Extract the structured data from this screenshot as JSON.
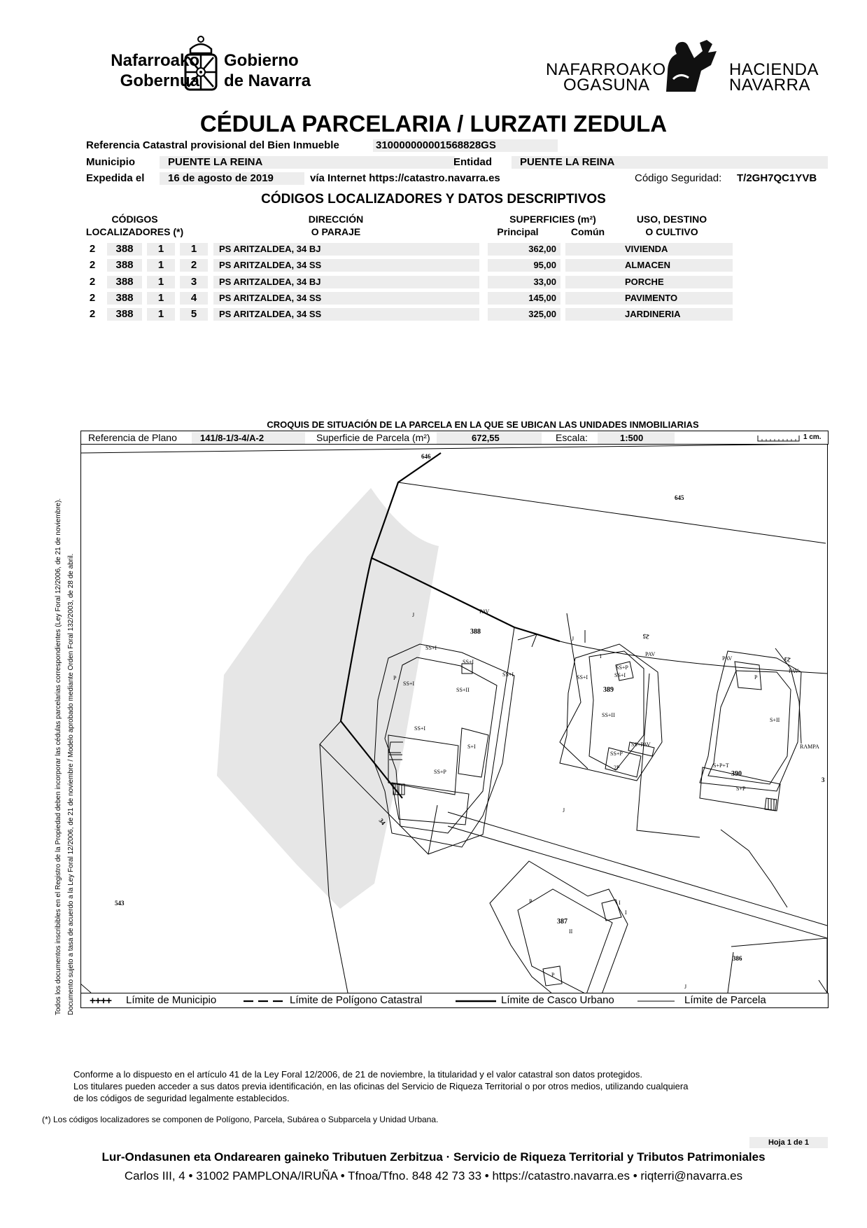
{
  "logos": {
    "gobierno": {
      "line1_left": "Nafarroako",
      "line2_left": "Gobernua",
      "line1_right": "Gobierno",
      "line2_right": "de Navarra"
    },
    "hacienda": {
      "line1_left": "NAFARROAKO",
      "line2_left": "OGASUNA",
      "line1_right": "HACIENDA",
      "line2_right": "NAVARRA"
    }
  },
  "title": "CÉDULA PARCELARIA / LURZATI ZEDULA",
  "header": {
    "ref_label": "Referencia Catastral provisional del Bien Inmueble",
    "ref_value": "310000000001568828GS",
    "municipio_label": "Municipio",
    "municipio_value": "PUENTE LA REINA",
    "entidad_label": "Entidad",
    "entidad_value": "PUENTE LA REINA",
    "expedida_label": "Expedida el",
    "expedida_value": "16 de agosto de 2019",
    "via": "vía Internet https://catastro.navarra.es",
    "codigo_label": "Código Seguridad:",
    "codigo_value": "T/2GH7QC1YVB"
  },
  "section_title": "CÓDIGOS LOCALIZADORES Y DATOS DESCRIPTIVOS",
  "columns": {
    "codigos1": "CÓDIGOS",
    "codigos2": "LOCALIZADORES (*)",
    "direccion1": "DIRECCIÓN",
    "direccion2": "O PARAJE",
    "superficies": "SUPERFICIES (m²)",
    "principal": "Principal",
    "comun": "Común",
    "uso1": "USO, DESTINO",
    "uso2": "O CULTIVO"
  },
  "rows": [
    {
      "c1": "2",
      "c2": "388",
      "c3": "1",
      "c4": "1",
      "dir": "PS ARITZALDEA, 34 BJ",
      "principal": "362,00",
      "comun": "",
      "uso": "VIVIENDA"
    },
    {
      "c1": "2",
      "c2": "388",
      "c3": "1",
      "c4": "2",
      "dir": "PS ARITZALDEA, 34 SS",
      "principal": "95,00",
      "comun": "",
      "uso": "ALMACEN"
    },
    {
      "c1": "2",
      "c2": "388",
      "c3": "1",
      "c4": "3",
      "dir": "PS ARITZALDEA, 34 BJ",
      "principal": "33,00",
      "comun": "",
      "uso": "PORCHE"
    },
    {
      "c1": "2",
      "c2": "388",
      "c3": "1",
      "c4": "4",
      "dir": "PS ARITZALDEA, 34 SS",
      "principal": "145,00",
      "comun": "",
      "uso": "PAVIMENTO"
    },
    {
      "c1": "2",
      "c2": "388",
      "c3": "1",
      "c4": "5",
      "dir": "PS ARITZALDEA, 34 SS",
      "principal": "325,00",
      "comun": "",
      "uso": "JARDINERIA"
    }
  ],
  "croquis": {
    "title": "CROQUIS DE SITUACIÓN DE LA PARCELA EN LA QUE SE UBICAN LAS UNIDADES INMOBILIARIAS",
    "ref_plano_label": "Referencia de Plano",
    "ref_plano_value": "141/8-1/3-4/A-2",
    "superficie_label": "Superficie de Parcela (m²)",
    "superficie_value": "672,55",
    "escala_label": "Escala:",
    "escala_value": "1:500",
    "scale_cm": "1 cm."
  },
  "map_labels": {
    "p646": "646",
    "p645": "645",
    "p388": "388",
    "p389": "389",
    "p390": "390",
    "p387": "387",
    "p386": "386",
    "p543": "543",
    "n34": "34",
    "n25": "25",
    "n23": "23",
    "n3": "3",
    "PAV": "PAV",
    "J": "J",
    "SSI": "SS+I",
    "SSII": "SS+II",
    "SI": "S+I",
    "SII": "S+II",
    "P": "P",
    "SSP": "SS+P",
    "SSPAV": "SS+PAV",
    "SP": "S+P",
    "SPT": "S+P+T",
    "P2": "2P",
    "RAMPA": "RAMPA",
    "II": "II",
    "I": "I"
  },
  "legend": {
    "municipio": "Límite de Municipio",
    "poligono": "Límite de Polígono Catastral",
    "casco": "Límite de Casco Urbano",
    "parcela": "Límite de Parcela"
  },
  "side_note": {
    "line1": "Todos los documentos inscribibles en el Registro de la Propiedad deben incorporar las cédulas parcelarias correspondientes (Ley Foral 12/2006, de 21 de noviembre).",
    "line2": "Documento sujeto a tasa de acuerdo a la Ley Foral 12/2006, de 21 de noviembre / Modelo aprobado mediante Orden Foral 132/2003, de 28 de abril."
  },
  "footer": {
    "p1": "Conforme a lo dispuesto en el artículo 41 de la Ley Foral 12/2006, de 21 de noviembre, la titularidad y el valor catastral son datos protegidos.",
    "p2": "Los titulares pueden acceder a sus datos previa identificación, en las oficinas del Servicio de Riqueza Territorial o por otros medios, utilizando cualquiera",
    "p3": "de los códigos de seguridad legalmente establecidos.",
    "note": "(*) Los códigos localizadores se componen de Polígono, Parcela, Subárea o Subparcela y Unidad Urbana.",
    "hoja": "Hoja 1 de 1",
    "service": "Lur-Ondasunen eta Ondarearen gaineko Tributuen Zerbitzua · Servicio de Riqueza Territorial y Tributos Patrimoniales",
    "address": "Carlos III, 4 • 31002 PAMPLONA/IRUÑA • Tfnoa/Tfno. 848 42 73 33 • https://catastro.navarra.es • riqterri@navarra.es"
  }
}
